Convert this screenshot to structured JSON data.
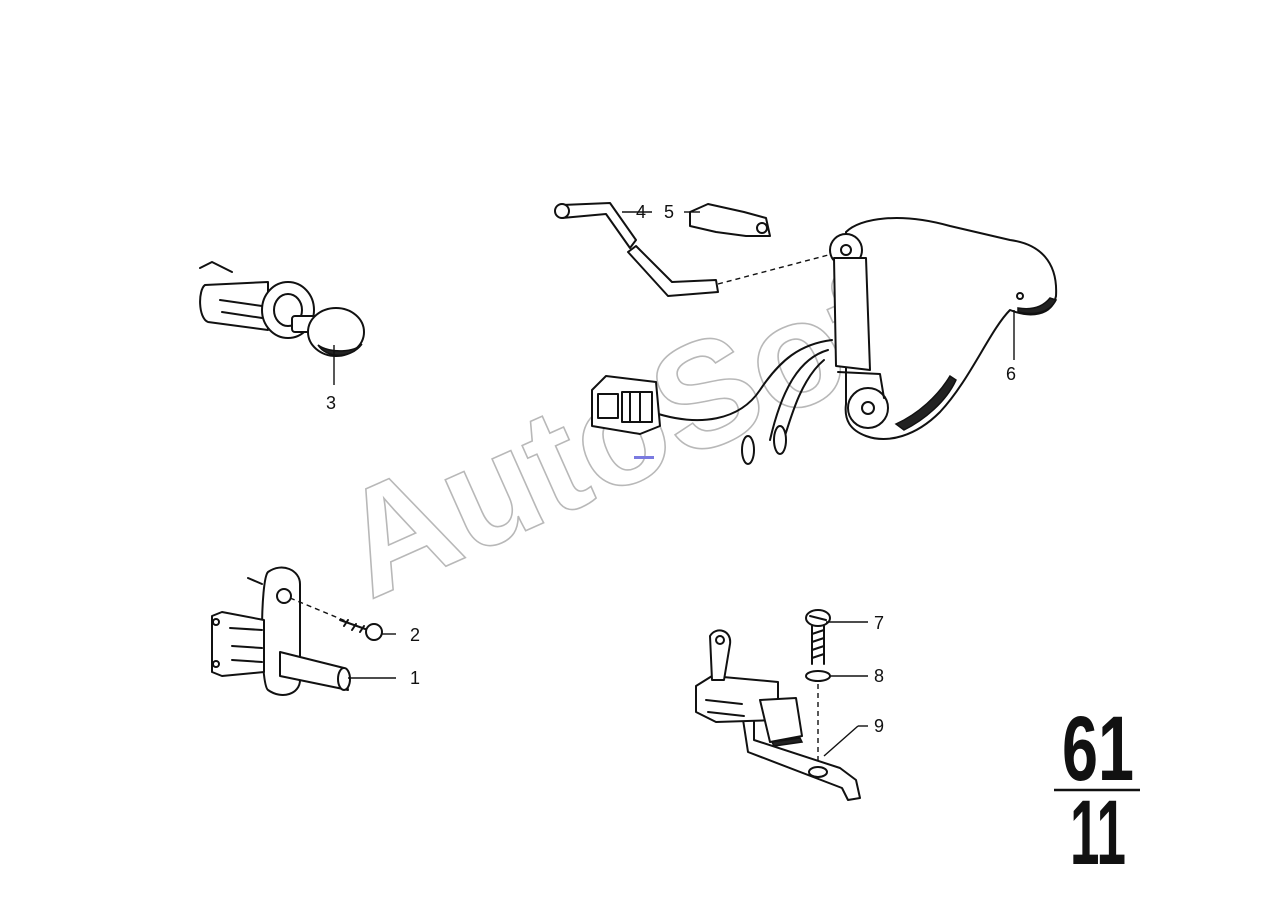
{
  "watermark": {
    "text": "AutoSoft"
  },
  "group_number": {
    "main": "61",
    "sub": "11"
  },
  "callouts": [
    {
      "id": "1",
      "label": "1"
    },
    {
      "id": "2",
      "label": "2"
    },
    {
      "id": "3",
      "label": "3"
    },
    {
      "id": "4",
      "label": "4"
    },
    {
      "id": "5",
      "label": "5"
    },
    {
      "id": "6",
      "label": "6"
    },
    {
      "id": "7",
      "label": "7"
    },
    {
      "id": "8",
      "label": "8"
    },
    {
      "id": "9",
      "label": "9"
    }
  ]
}
